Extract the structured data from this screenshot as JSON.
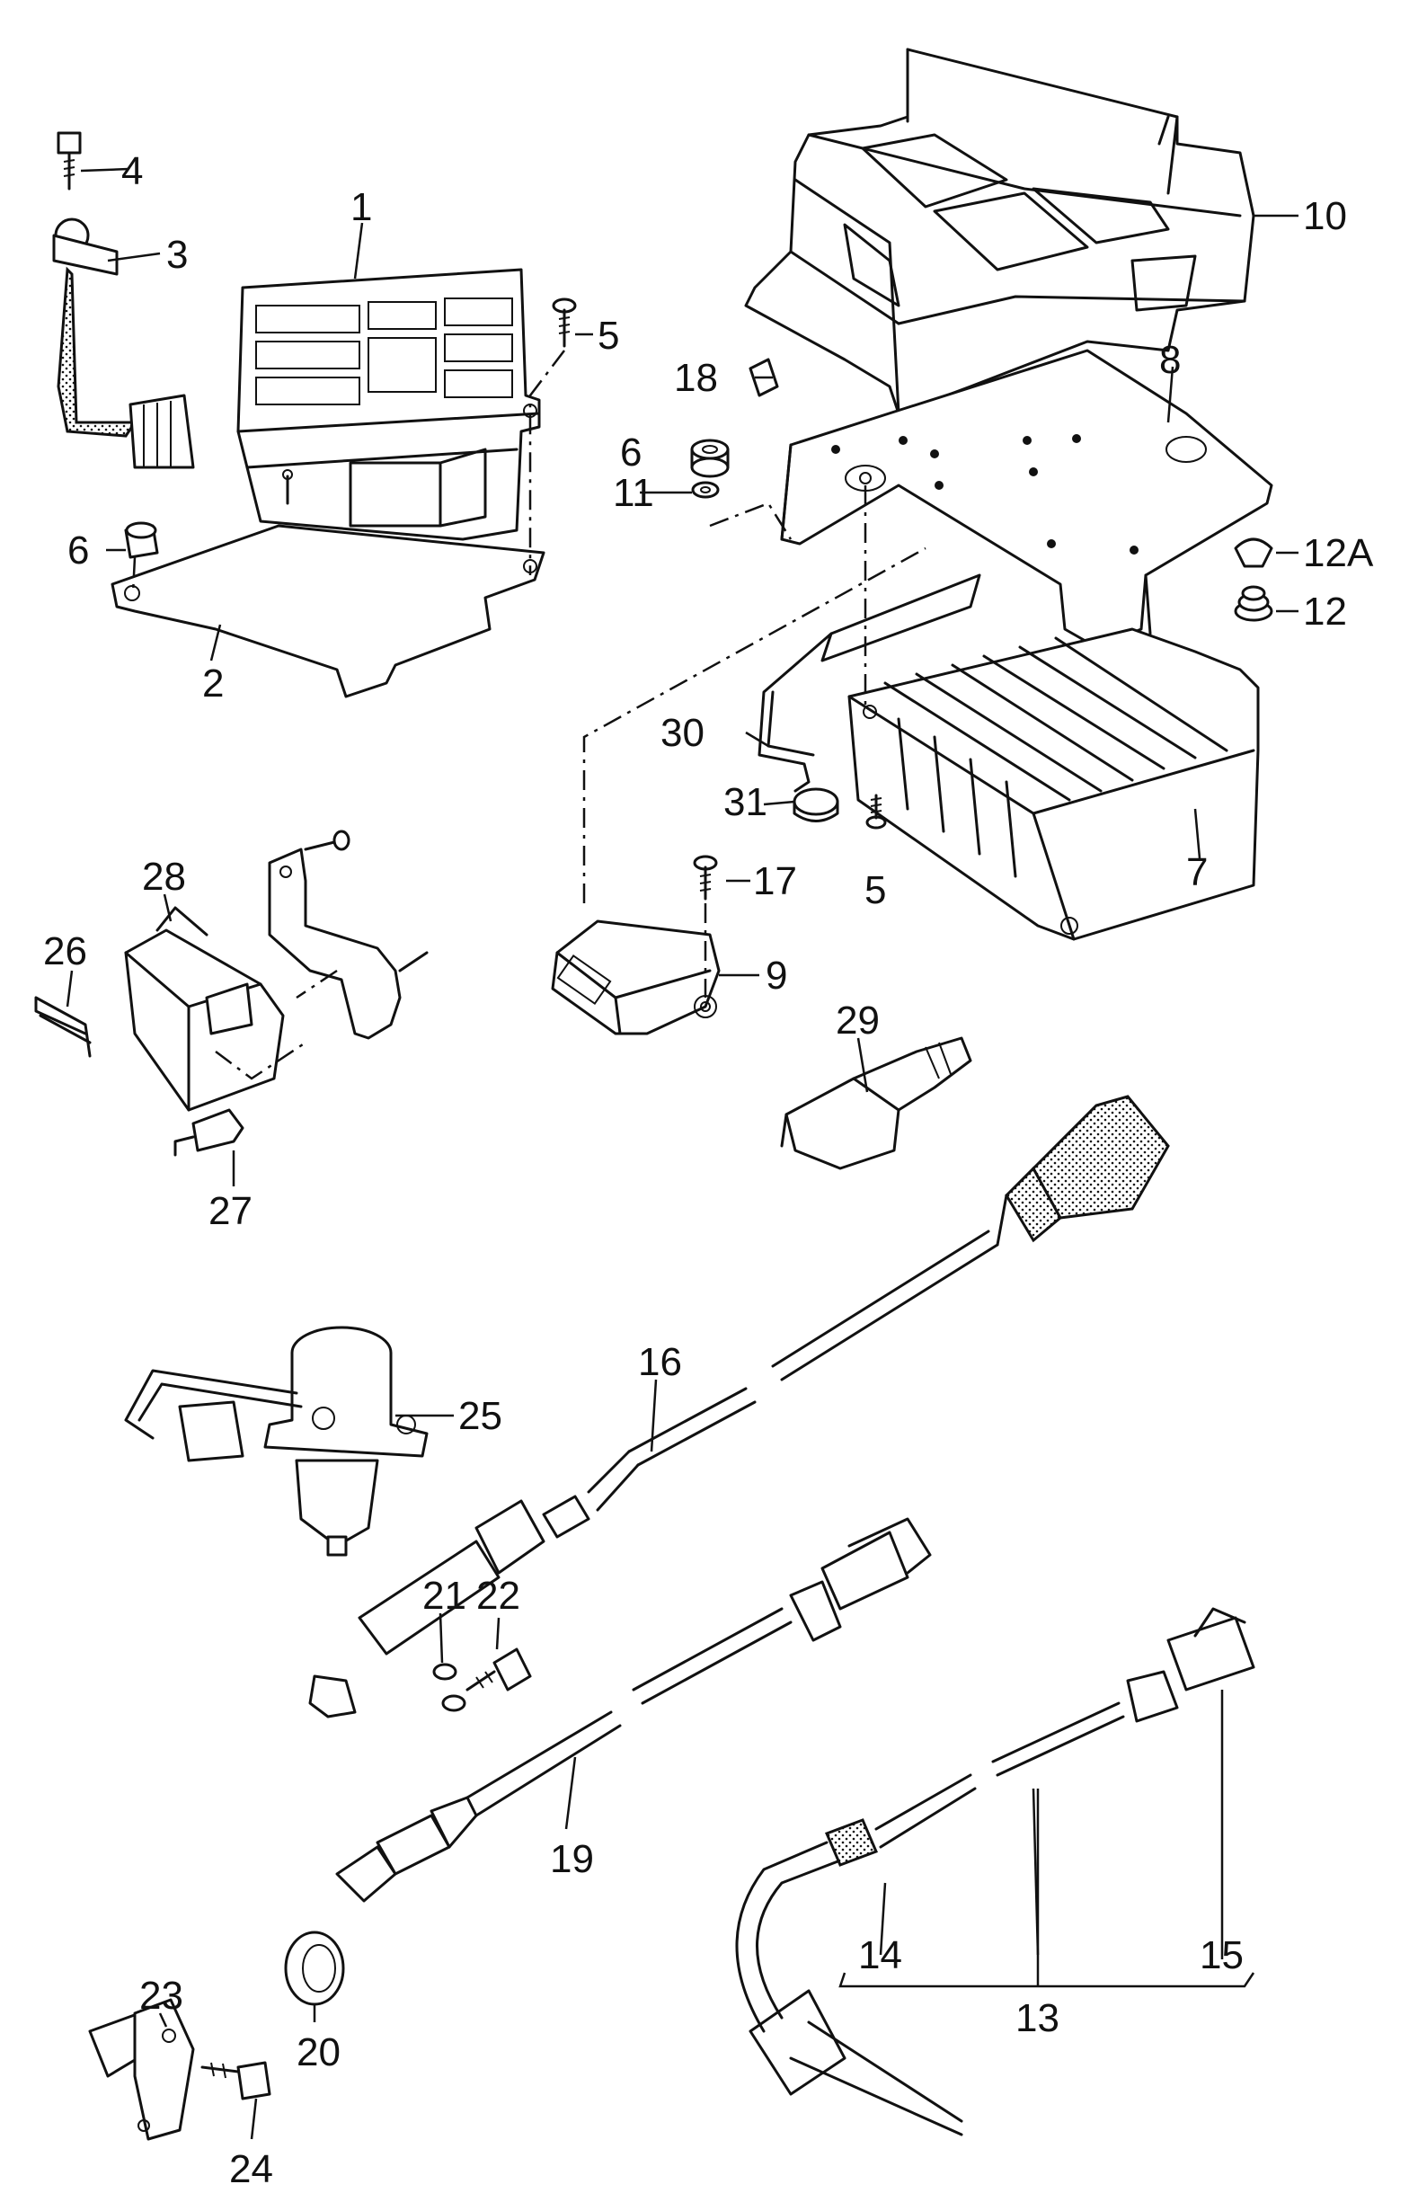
{
  "callouts": {
    "c1": "1",
    "c2": "2",
    "c3": "3",
    "c4": "4",
    "c5a": "5",
    "c5b": "5",
    "c6a": "6",
    "c6b": "6",
    "c7": "7",
    "c8": "8",
    "c9": "9",
    "c10": "10",
    "c11": "11",
    "c12": "12",
    "c12a": "12A",
    "c13": "13",
    "c14": "14",
    "c15": "15",
    "c16": "16",
    "c17": "17",
    "c18": "18",
    "c19": "19",
    "c20": "20",
    "c21": "21",
    "c22": "22",
    "c23": "23",
    "c24": "24",
    "c25": "25",
    "c26": "26",
    "c27": "27",
    "c28": "28",
    "c29": "29",
    "c30": "30",
    "c31": "31"
  }
}
